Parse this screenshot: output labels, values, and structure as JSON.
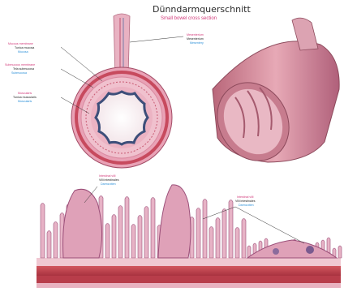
{
  "title": "Dünndarmquerschnitt",
  "subtitle": "Small bowel cross section",
  "labels": {
    "mesentery": {
      "de": "Mesenterium",
      "la": "Mesenterium",
      "en": "Mesentery"
    },
    "mucous": {
      "de": "Mucous membrane",
      "la": "Tunica mucosa",
      "en": "Mucosa"
    },
    "submucous": {
      "de": "Submucous membrane",
      "la": "Tela submucosa",
      "en": "Submucosa"
    },
    "muscularis": {
      "de": "Muscularis",
      "la": "Tunica muscularis",
      "en": "Muscularis"
    },
    "villi_left": {
      "de": "Intestinal villi",
      "la": "Villi intestinales",
      "en": "Darmzotten"
    },
    "villi_right": {
      "de": "Intestinal villi",
      "la": "Villi intestinales",
      "en": "Darmzotten"
    }
  },
  "colors": {
    "pink": "#d23a7a",
    "blue": "#2a8fd8",
    "tissue": "#e9a8bd",
    "muscle": "#c9424f",
    "mucosa_dark": "#3d4f7a"
  }
}
